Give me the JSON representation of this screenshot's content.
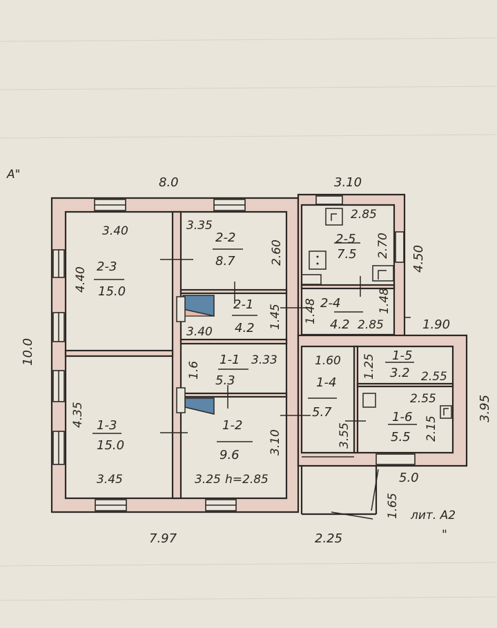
{
  "title": {
    "building_mark": "А\"",
    "annex_mark": "лит. А2",
    "annex_quote": "\""
  },
  "rooms": [
    {
      "id": "2-3",
      "area": "15.0"
    },
    {
      "id": "2-2",
      "area": "8.7"
    },
    {
      "id": "2-1",
      "area": "4.2"
    },
    {
      "id": "1-1",
      "area": "5.3"
    },
    {
      "id": "1-2",
      "area": "9.6"
    },
    {
      "id": "1-3",
      "area": "15.0"
    },
    {
      "id": "2-5",
      "area": "7.5"
    },
    {
      "id": "2-4",
      "area": "4.2"
    },
    {
      "id": "1-4",
      "area": "5.7"
    },
    {
      "id": "1-5",
      "area": "3.2"
    },
    {
      "id": "1-6",
      "area": "5.5"
    }
  ],
  "dimensions": {
    "top_main": "8.0",
    "top_annex": "3.10",
    "right_annex": "4.50",
    "left_total": "10.0",
    "step_right": "1.90",
    "right_lower": "3.95",
    "bottom_lower": "5.0",
    "porch_side": "1.65",
    "porch_bottom": "2.25",
    "bottom_main": "7.97",
    "r23_w": "3.40",
    "r23_h": "4.40",
    "r22_w": "3.35",
    "r22_h": "2.60",
    "r21_w": "3.40",
    "r21_h": "1.45",
    "r11_w": "3.33",
    "r11_h": "1.6",
    "r13_h": "4.35",
    "r13_w": "3.45",
    "r12_w": "3.25",
    "ceiling": "h=2.85",
    "r12_h": "3.10",
    "r25_w": "2.85",
    "r25_h": "2.70",
    "r24_h1": "1.48",
    "r24_h2": "1.48",
    "r24_w": "2.85",
    "r14_w": "1.60",
    "r14_h": "3.55",
    "r15_h": "1.25",
    "r15_w": "2.55",
    "r16_w": "2.55",
    "r16_h": "2.15"
  }
}
